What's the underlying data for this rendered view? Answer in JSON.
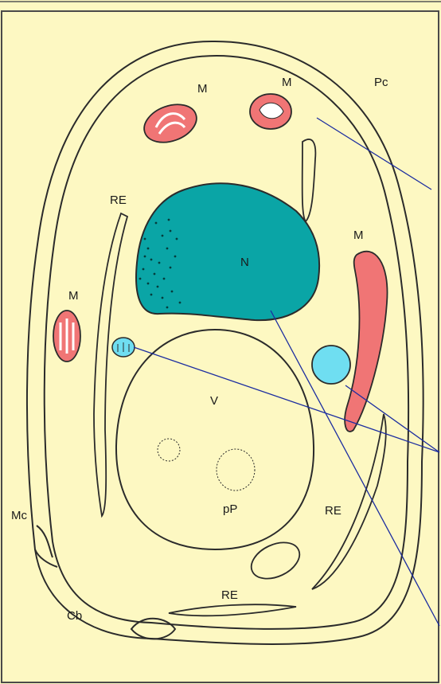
{
  "diagram": {
    "colors": {
      "background": "#fdf8c2",
      "nucleus": "#0aa5a6",
      "mitochondrion": "#f07575",
      "vesicle": "#6fdef1",
      "leader_line": "#1c2da0",
      "outline": "#2b2b2b",
      "frame": "#4a4a4a"
    },
    "labels": {
      "pc": "Pc",
      "m_top_left": "M",
      "m_top_center": "M",
      "m_left": "M",
      "m_right": "M",
      "re_left": "RE",
      "re_right": "RE",
      "re_bottom": "RE",
      "n": "N",
      "v": "V",
      "pp": "pP",
      "mc": "Mc",
      "cb": "Cb"
    }
  }
}
